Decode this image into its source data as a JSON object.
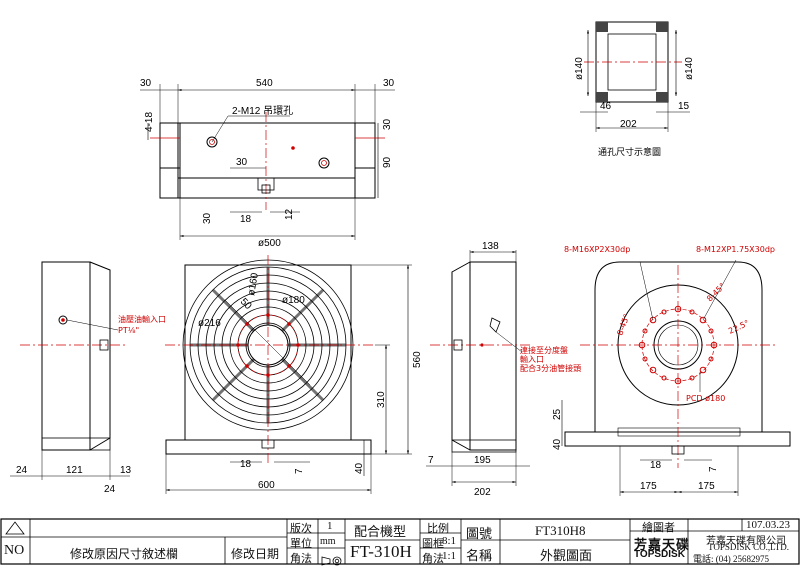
{
  "top_view": {
    "dim_width": "540",
    "dim_left_edge": "30",
    "dim_right_edge": "30",
    "dim_left_side": "4-18",
    "lifting_note": "2-M12 吊環孔",
    "dim_slot": "30",
    "dim_height_top": "30",
    "dim_height_bottom": "90",
    "dim_key_a": "30",
    "dim_key_b": "18",
    "dim_key_c": "12",
    "dim_base": "ø500"
  },
  "through_hole": {
    "dim_left_dia": "ø140",
    "dim_right_dia": "ø140",
    "dim_46": "46",
    "dim_15": "15",
    "dim_202": "202",
    "caption": "通孔尺寸示意圖"
  },
  "side_left": {
    "note": "油壓油輸入口",
    "note2": "PT⅛\"",
    "dim_24a": "24",
    "dim_121": "121",
    "dim_13": "13",
    "dim_24b": "24"
  },
  "front_view": {
    "dim_50": "50",
    "dim_160": "ø160",
    "dim_180": "ø180",
    "dim_216": "ø216",
    "dim_560": "560",
    "dim_310": "310",
    "dim_18": "18",
    "dim_7": "7",
    "dim_40": "40",
    "dim_600": "600"
  },
  "side_right": {
    "dim_138": "138",
    "note1": "連接至分度盤",
    "note2": "輸入口",
    "note3": "配合3分油管接頭",
    "dim_7": "7",
    "dim_195": "195",
    "dim_202": "202"
  },
  "back_view": {
    "note_m16": "8-M16XP2X30dp",
    "note_m12": "8-M12XP1.75X30dp",
    "ang1": "8-45°",
    "ang2": "8-45°",
    "ang3": "22.5°",
    "pcd": "PCD ø180",
    "dim_25": "25",
    "dim_40": "40",
    "dim_18": "18",
    "dim_7": "7",
    "dim_175a": "175",
    "dim_175b": "175"
  },
  "title_block": {
    "no_label": "NO",
    "rev_desc": "修改原因尺寸敘述欄",
    "rev_date": "修改日期",
    "label_rev": "版次",
    "val_rev": "1",
    "label_unit": "單位",
    "val_unit": "mm",
    "label_projection": "角法",
    "label_model": "配合機型",
    "val_model": "FT-310H",
    "label_ratio": "比例",
    "label_frame": "圖框",
    "val_frame": "8:1",
    "label_angle": "角法",
    "val_angle": "1:1",
    "label_drawno": "圖號",
    "val_drawno": "FT310H8",
    "label_name": "名稱",
    "val_name": "外觀圖面",
    "label_drawer": "繪圖者",
    "val_date": "107.03.23",
    "company_cn": "芳嘉天碟有限公司",
    "company_en": "TOPSDISK CO.,LTD.",
    "company_tel": "電話: (04) 25682975",
    "logo_cn": "芳嘉天碟",
    "logo_en": "TOPSDISK"
  }
}
